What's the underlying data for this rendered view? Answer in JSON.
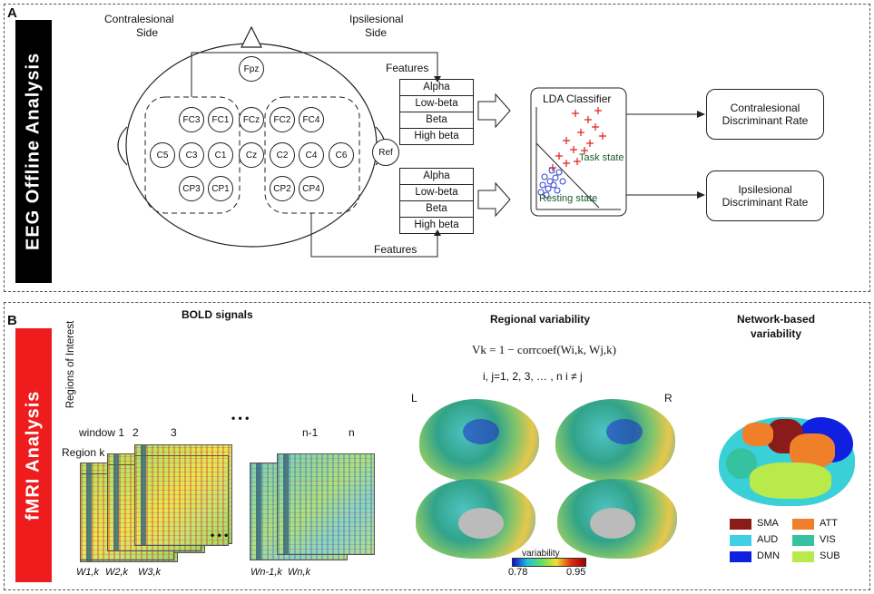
{
  "panel_a": {
    "letter": "A",
    "band": "EEG Offline Analysis",
    "contralesional_side": [
      "Contralesional",
      "Side"
    ],
    "ipsilesional_side": [
      "Ipsilesional",
      "Side"
    ],
    "electrodes": {
      "fpz": "Fpz",
      "fc3": "FC3",
      "fc1": "FC1",
      "fcz": "FCz",
      "fc2": "FC2",
      "fc4": "FC4",
      "c5": "C5",
      "c3": "C3",
      "c1": "C1",
      "cz": "Cz",
      "c2": "C2",
      "c4": "C4",
      "c6": "C6",
      "cp3": "CP3",
      "cp1": "CP1",
      "cp2": "CP2",
      "cp4": "CP4",
      "ref": "Ref"
    },
    "features_top": "Features",
    "features_bottom": "Features",
    "feature_bands": [
      "Alpha",
      "Low-beta",
      "Beta",
      "High beta"
    ],
    "classifier_title": "LDA Classifier",
    "task_state": "Task state",
    "resting_state": "Resting state",
    "output_contra": [
      "Contralesional",
      "Discriminant Rate"
    ],
    "output_ipsi": [
      "Ipsilesional",
      "Discriminant Rate"
    ]
  },
  "panel_b": {
    "letter": "B",
    "band": "fMRI Analysis",
    "bold_title": "BOLD signals",
    "roi_axis": "Regions of Interest",
    "windows": [
      "window 1",
      "2",
      "3",
      "n-1",
      "n"
    ],
    "dots": "• • •",
    "region_k": "Region k",
    "w_labels": [
      "W1,k",
      "W2,k",
      "W3,k",
      "Wn-1,k",
      "Wn,k"
    ],
    "regional_title": "Regional variability",
    "formula": "Vk = 1 − corrcoef(Wi,k, Wj,k)",
    "formula_cond": "i, j=1, 2, 3, … , n   i ≠ j",
    "hemi_left": "L",
    "hemi_right": "R",
    "colorbar_title": "variability",
    "colorbar_min": "0.78",
    "colorbar_max": "0.95",
    "network_title": [
      "Network-based",
      "variability"
    ],
    "legend": [
      {
        "name": "SMA",
        "color": "#8b1a1a"
      },
      {
        "name": "ATT",
        "color": "#f07f2a"
      },
      {
        "name": "AUD",
        "color": "#3fd0e6"
      },
      {
        "name": "VIS",
        "color": "#35c2a0"
      },
      {
        "name": "DMN",
        "color": "#1020e0"
      },
      {
        "name": "SUB",
        "color": "#b7ea4a"
      }
    ]
  }
}
